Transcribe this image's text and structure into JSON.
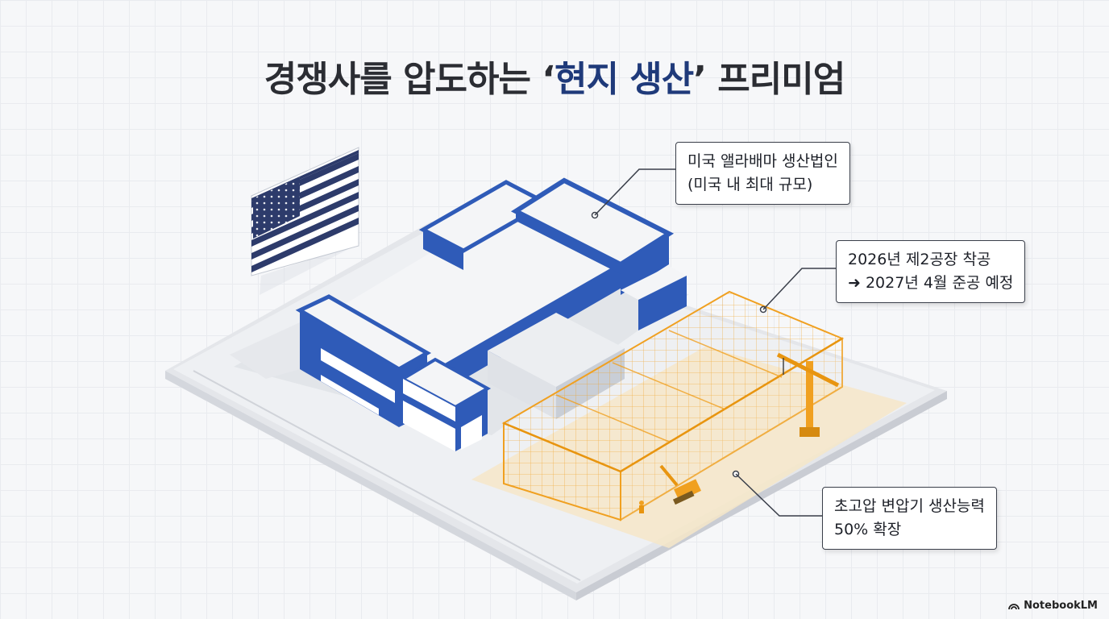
{
  "title": {
    "before": "경쟁사를 압도하는 ‘",
    "highlight": "현지 생산",
    "after": "’ 프리미엄"
  },
  "callouts": {
    "alabama": {
      "line1": "미국 앨라배마 생산법인",
      "line2": "(미국 내 최대 규모)"
    },
    "second_plant": {
      "line1": "2026년 제2공장 착공",
      "line2": "➜ 2027년 4월 준공 예정"
    },
    "capacity": {
      "line1": "초고압 변압기 생산능력",
      "line2": "50% 확장"
    }
  },
  "brand": {
    "label": "NotebookLM",
    "icon": "notebooklm-logo-icon"
  },
  "colors": {
    "title_text": "#2b2d33",
    "title_highlight": "#1f3a7a",
    "existing_plant_blue": "#2f5bb8",
    "construction_orange": "#f0a020"
  }
}
